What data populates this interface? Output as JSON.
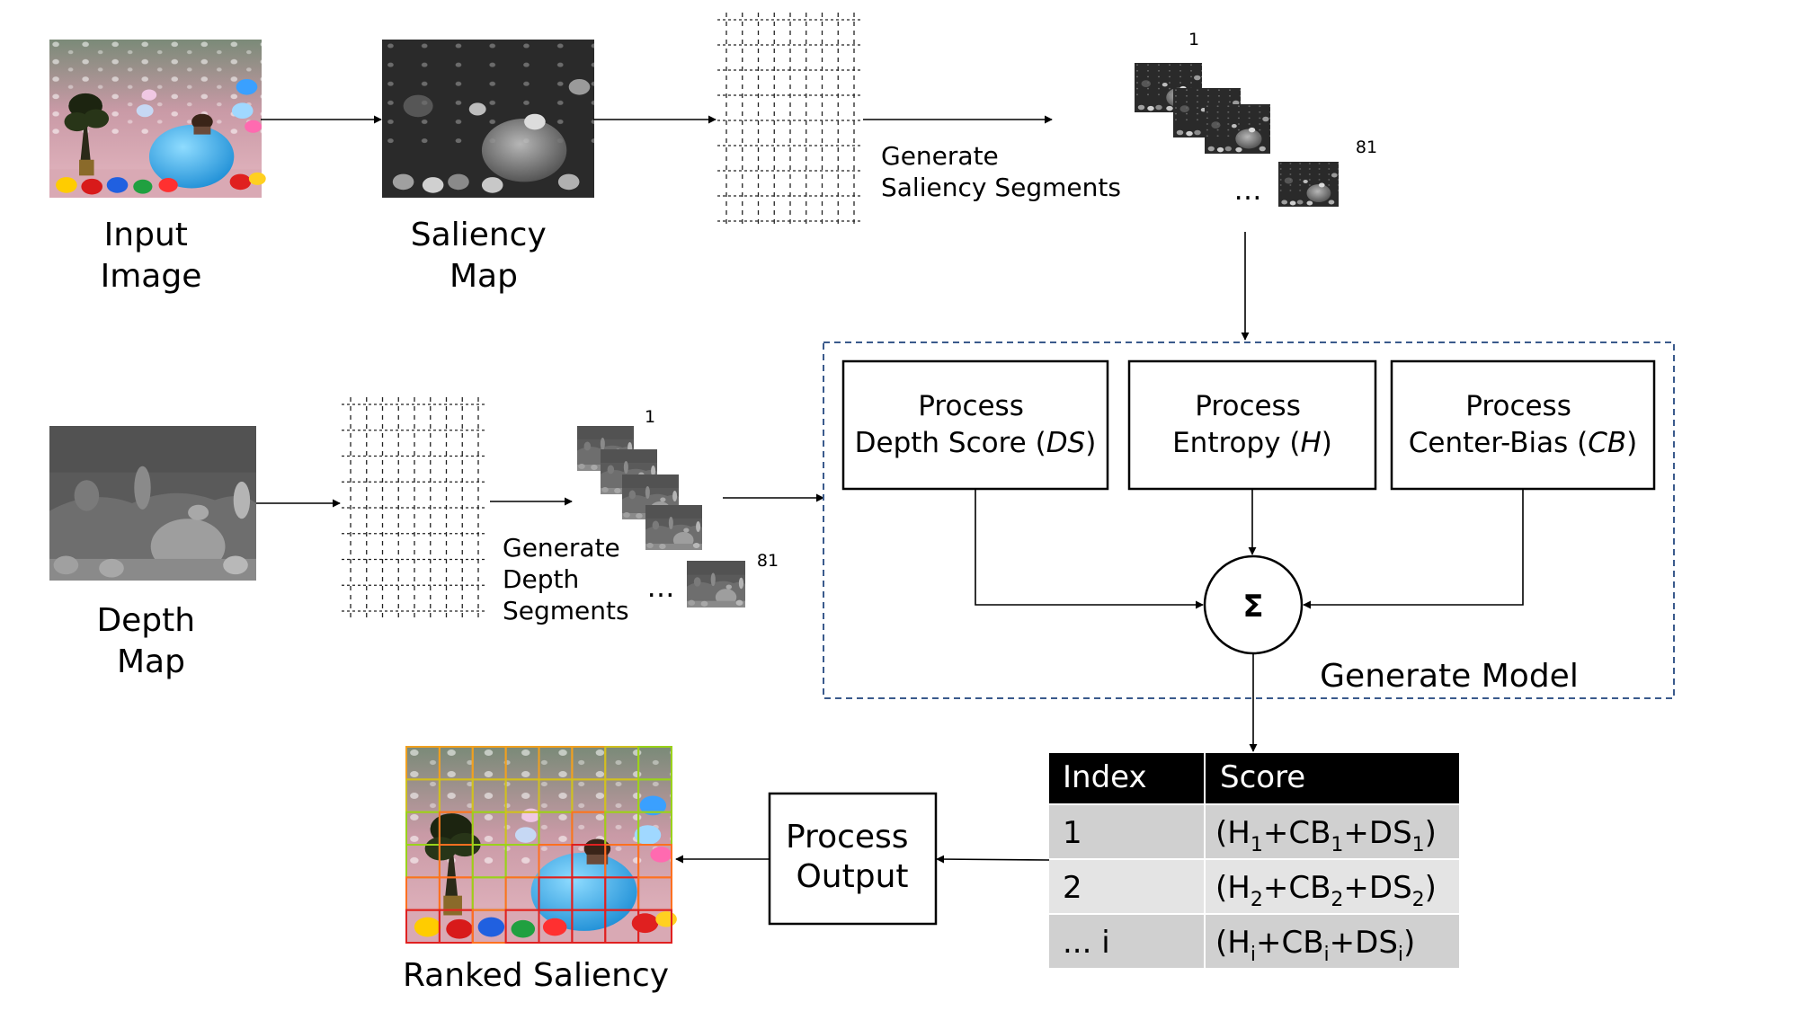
{
  "inputs": {
    "input_image_label": [
      "Input",
      "Image"
    ],
    "saliency_map_label": [
      "Saliency",
      "Map"
    ],
    "depth_map_label": [
      "Depth",
      "Map"
    ]
  },
  "saliency_segments": {
    "label": [
      "Generate",
      "Saliency Segments"
    ],
    "first_index": "1",
    "last_index": "81",
    "ellipsis": "…"
  },
  "depth_segments": {
    "label": [
      "Generate",
      "Depth",
      "Segments"
    ],
    "first_index": "1",
    "last_index": "81",
    "ellipsis": "…"
  },
  "model": {
    "title": "Generate Model",
    "depth_score": {
      "line1": "Process",
      "line2_pre": "Depth Score (",
      "var": "DS",
      "line2_post": ")"
    },
    "entropy": {
      "line1": "Process",
      "line2_pre": "Entropy (",
      "var": "H",
      "line2_post": ")"
    },
    "center_bias": {
      "line1": "Process",
      "line2_pre": "Center-Bias (",
      "var": "CB",
      "line2_post": ")"
    },
    "sum_symbol": "Σ",
    "border_color": "#3a5a8c"
  },
  "score_table": {
    "headers": [
      "Index",
      "Score"
    ],
    "rows": [
      {
        "index": "1",
        "sub": "1"
      },
      {
        "index": "2",
        "sub": "2"
      },
      {
        "index": "... i",
        "sub": "i"
      }
    ],
    "score_parts": [
      "(H",
      "+CB",
      "+DS",
      ")"
    ],
    "header_bg": "#000000",
    "row_bg": [
      "#d0d0d0",
      "#e4e4e4",
      "#d0d0d0"
    ]
  },
  "output": {
    "process_label": [
      "Process",
      "Output"
    ],
    "ranked_label": "Ranked Saliency"
  }
}
